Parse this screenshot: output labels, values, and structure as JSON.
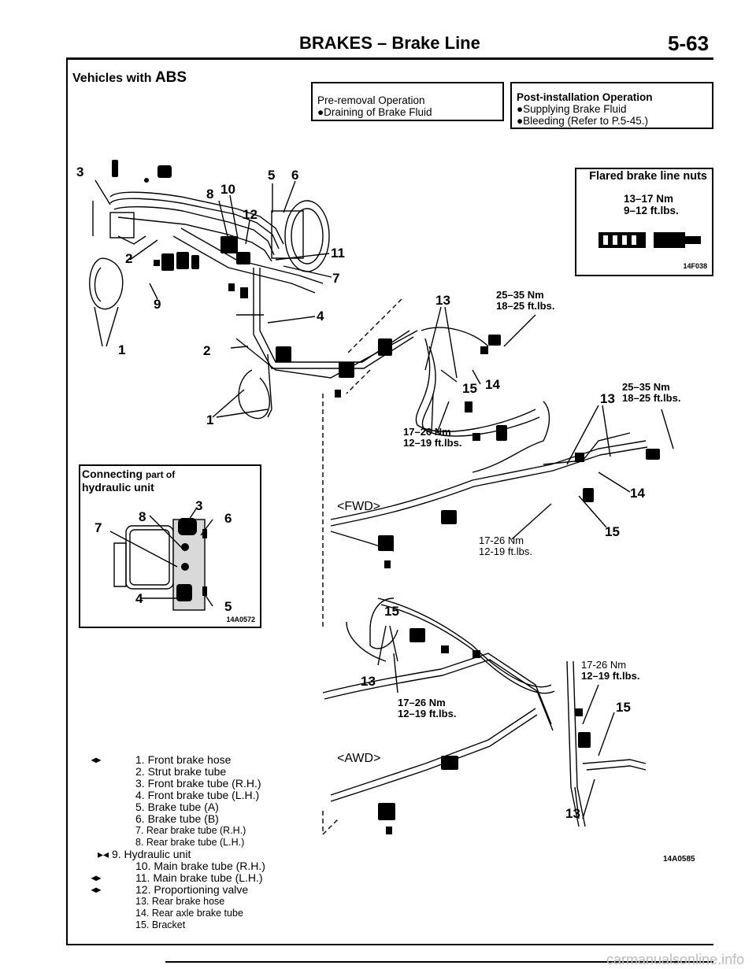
{
  "header": {
    "title": "BRAKES – Brake Line",
    "page_number": "5-63"
  },
  "section_title": {
    "prefix": "Vehicles with ",
    "abs": "ABS"
  },
  "pre_removal": {
    "title": "Pre-removal Operation",
    "items": [
      "●Draining of Brake Fluid"
    ]
  },
  "post_installation": {
    "title": "Post-installation Operation",
    "items": [
      "●Supplying Brake Fluid",
      "●Bleeding (Refer to P.5-45.)"
    ]
  },
  "flared_nuts": {
    "title": "Flared brake line nuts",
    "torque_nm": "13–17 Nm",
    "torque_ftlbs": "9–12 ft.lbs.",
    "code": "14F038"
  },
  "hydraulic_unit_inset": {
    "title_line1": "Connecting",
    "title_line1_suffix": "part of",
    "title_line2": "hydraulic unit",
    "callouts": [
      "3",
      "8",
      "6",
      "7",
      "4",
      "5"
    ],
    "code": "14A0572"
  },
  "callouts_top": [
    "3",
    "8",
    "10",
    "5",
    "6",
    "12",
    "11",
    "2",
    "7",
    "9",
    "4",
    "1",
    "2",
    "1"
  ],
  "torque_specs": {
    "t1_nm": "25–35 Nm",
    "t1_ft": "18–25 ft.lbs.",
    "t2_nm": "25–35 Nm",
    "t2_ft": "18–25 ft.lbs.",
    "t3_nm": "17–26 Nm",
    "t3_ft": "12–19 ft.lbs.",
    "t4_nm": "17-26 Nm",
    "t4_ft": "12-19 ft.lbs.",
    "t5_nm": "17-26 Nm",
    "t5_ft": "12–19 ft.lbs.",
    "t6_nm": "17–26 Nm",
    "t6_ft": "12–19 ft.lbs."
  },
  "callouts_mid": {
    "c13a": "13",
    "c15a": "15",
    "c14a": "14",
    "c13b": "13",
    "c14b": "14",
    "c15b": "15",
    "c15c": "15",
    "c13c": "13",
    "c15d": "15",
    "c13d": "13"
  },
  "modes": {
    "fwd": "<FWD>",
    "awd": "<AWD>"
  },
  "legend": {
    "items": [
      {
        "indicator": "◂▸",
        "text": "1. Front brake hose"
      },
      {
        "indicator": "",
        "text": "2. Strut brake tube"
      },
      {
        "indicator": "",
        "text": "3. Front brake tube (R.H.)"
      },
      {
        "indicator": "",
        "text": "4. Front brake tube (L.H.)"
      },
      {
        "indicator": "",
        "text": "5. Brake tube (A)"
      },
      {
        "indicator": "",
        "text": "6. Brake tube (B)"
      },
      {
        "indicator": "",
        "text": "7. Rear brake tube (R.H.)"
      },
      {
        "indicator": "",
        "text": "8. Rear brake tube (L.H.)"
      },
      {
        "indicator": "▸◂",
        "text": "9. Hydraulic unit"
      },
      {
        "indicator": "",
        "text": "10. Main brake tube (R.H.)"
      },
      {
        "indicator": "◂▸",
        "text": "11. Main brake tube (L.H.)"
      },
      {
        "indicator": "◂▸",
        "text": "12. Proportioning valve"
      },
      {
        "indicator": "",
        "text": "13. Rear brake hose"
      },
      {
        "indicator": "",
        "text": "14. Rear axle brake tube"
      },
      {
        "indicator": "",
        "text": "15. Bracket"
      }
    ]
  },
  "figure_code": "14A0585",
  "footer_watermark": "carmanualsonline.info"
}
